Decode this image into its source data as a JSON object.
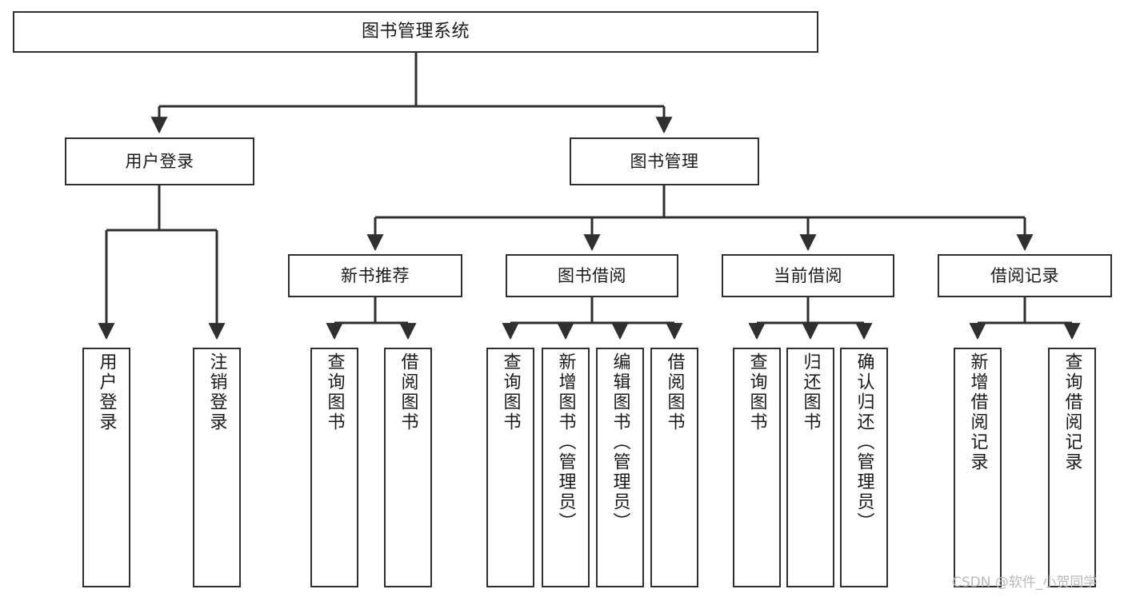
{
  "diagram": {
    "title": "图书管理系统",
    "type": "tree-hierarchy",
    "root": {
      "label": "图书管理系统",
      "children": [
        {
          "label": "用户登录",
          "children": [
            {
              "label": "用户登录"
            },
            {
              "label": "注销登录"
            }
          ]
        },
        {
          "label": "图书管理",
          "children": [
            {
              "label": "新书推荐",
              "children": [
                {
                  "label": "查询图书"
                },
                {
                  "label": "借阅图书"
                }
              ]
            },
            {
              "label": "图书借阅",
              "children": [
                {
                  "label": "查询图书"
                },
                {
                  "label": "新增图书（管理员）"
                },
                {
                  "label": "编辑图书（管理员）"
                },
                {
                  "label": "借阅图书"
                }
              ]
            },
            {
              "label": "当前借阅",
              "children": [
                {
                  "label": "查询图书"
                },
                {
                  "label": "归还图书"
                },
                {
                  "label": "确认归还（管理员）"
                }
              ]
            },
            {
              "label": "借阅记录",
              "children": [
                {
                  "label": "新增借阅记录"
                },
                {
                  "label": "查询借阅记录"
                }
              ]
            }
          ]
        }
      ]
    }
  },
  "nodes": {
    "root": "图书管理系统",
    "user_login": "用户登录",
    "book_manage": "图书管理",
    "new_book_rec": "新书推荐",
    "book_borrow": "图书借阅",
    "current_borrow": "当前借阅",
    "borrow_record": "借阅记录",
    "leaf_user_login": "用户登录",
    "leaf_logout": "注销登录",
    "leaf_rec_query": "查询图书",
    "leaf_rec_borrow": "借阅图书",
    "leaf_borrow_query": "查询图书",
    "leaf_borrow_add": "新增图书（管理员）",
    "leaf_borrow_edit": "编辑图书（管理员）",
    "leaf_borrow_borrow": "借阅图书",
    "leaf_cur_query": "查询图书",
    "leaf_cur_return": "归还图书",
    "leaf_cur_confirm": "确认归还（管理员）",
    "leaf_rec_add": "新增借阅记录",
    "leaf_rec_query2": "查询借阅记录"
  },
  "watermark": {
    "text": "CSDN @软件_小贺同学"
  },
  "colors": {
    "background": "#ffffff",
    "border": "#2f2f2f",
    "text": "#1a1a1a",
    "connector": "#2f2f2f",
    "watermark": "#b9b9b9"
  }
}
